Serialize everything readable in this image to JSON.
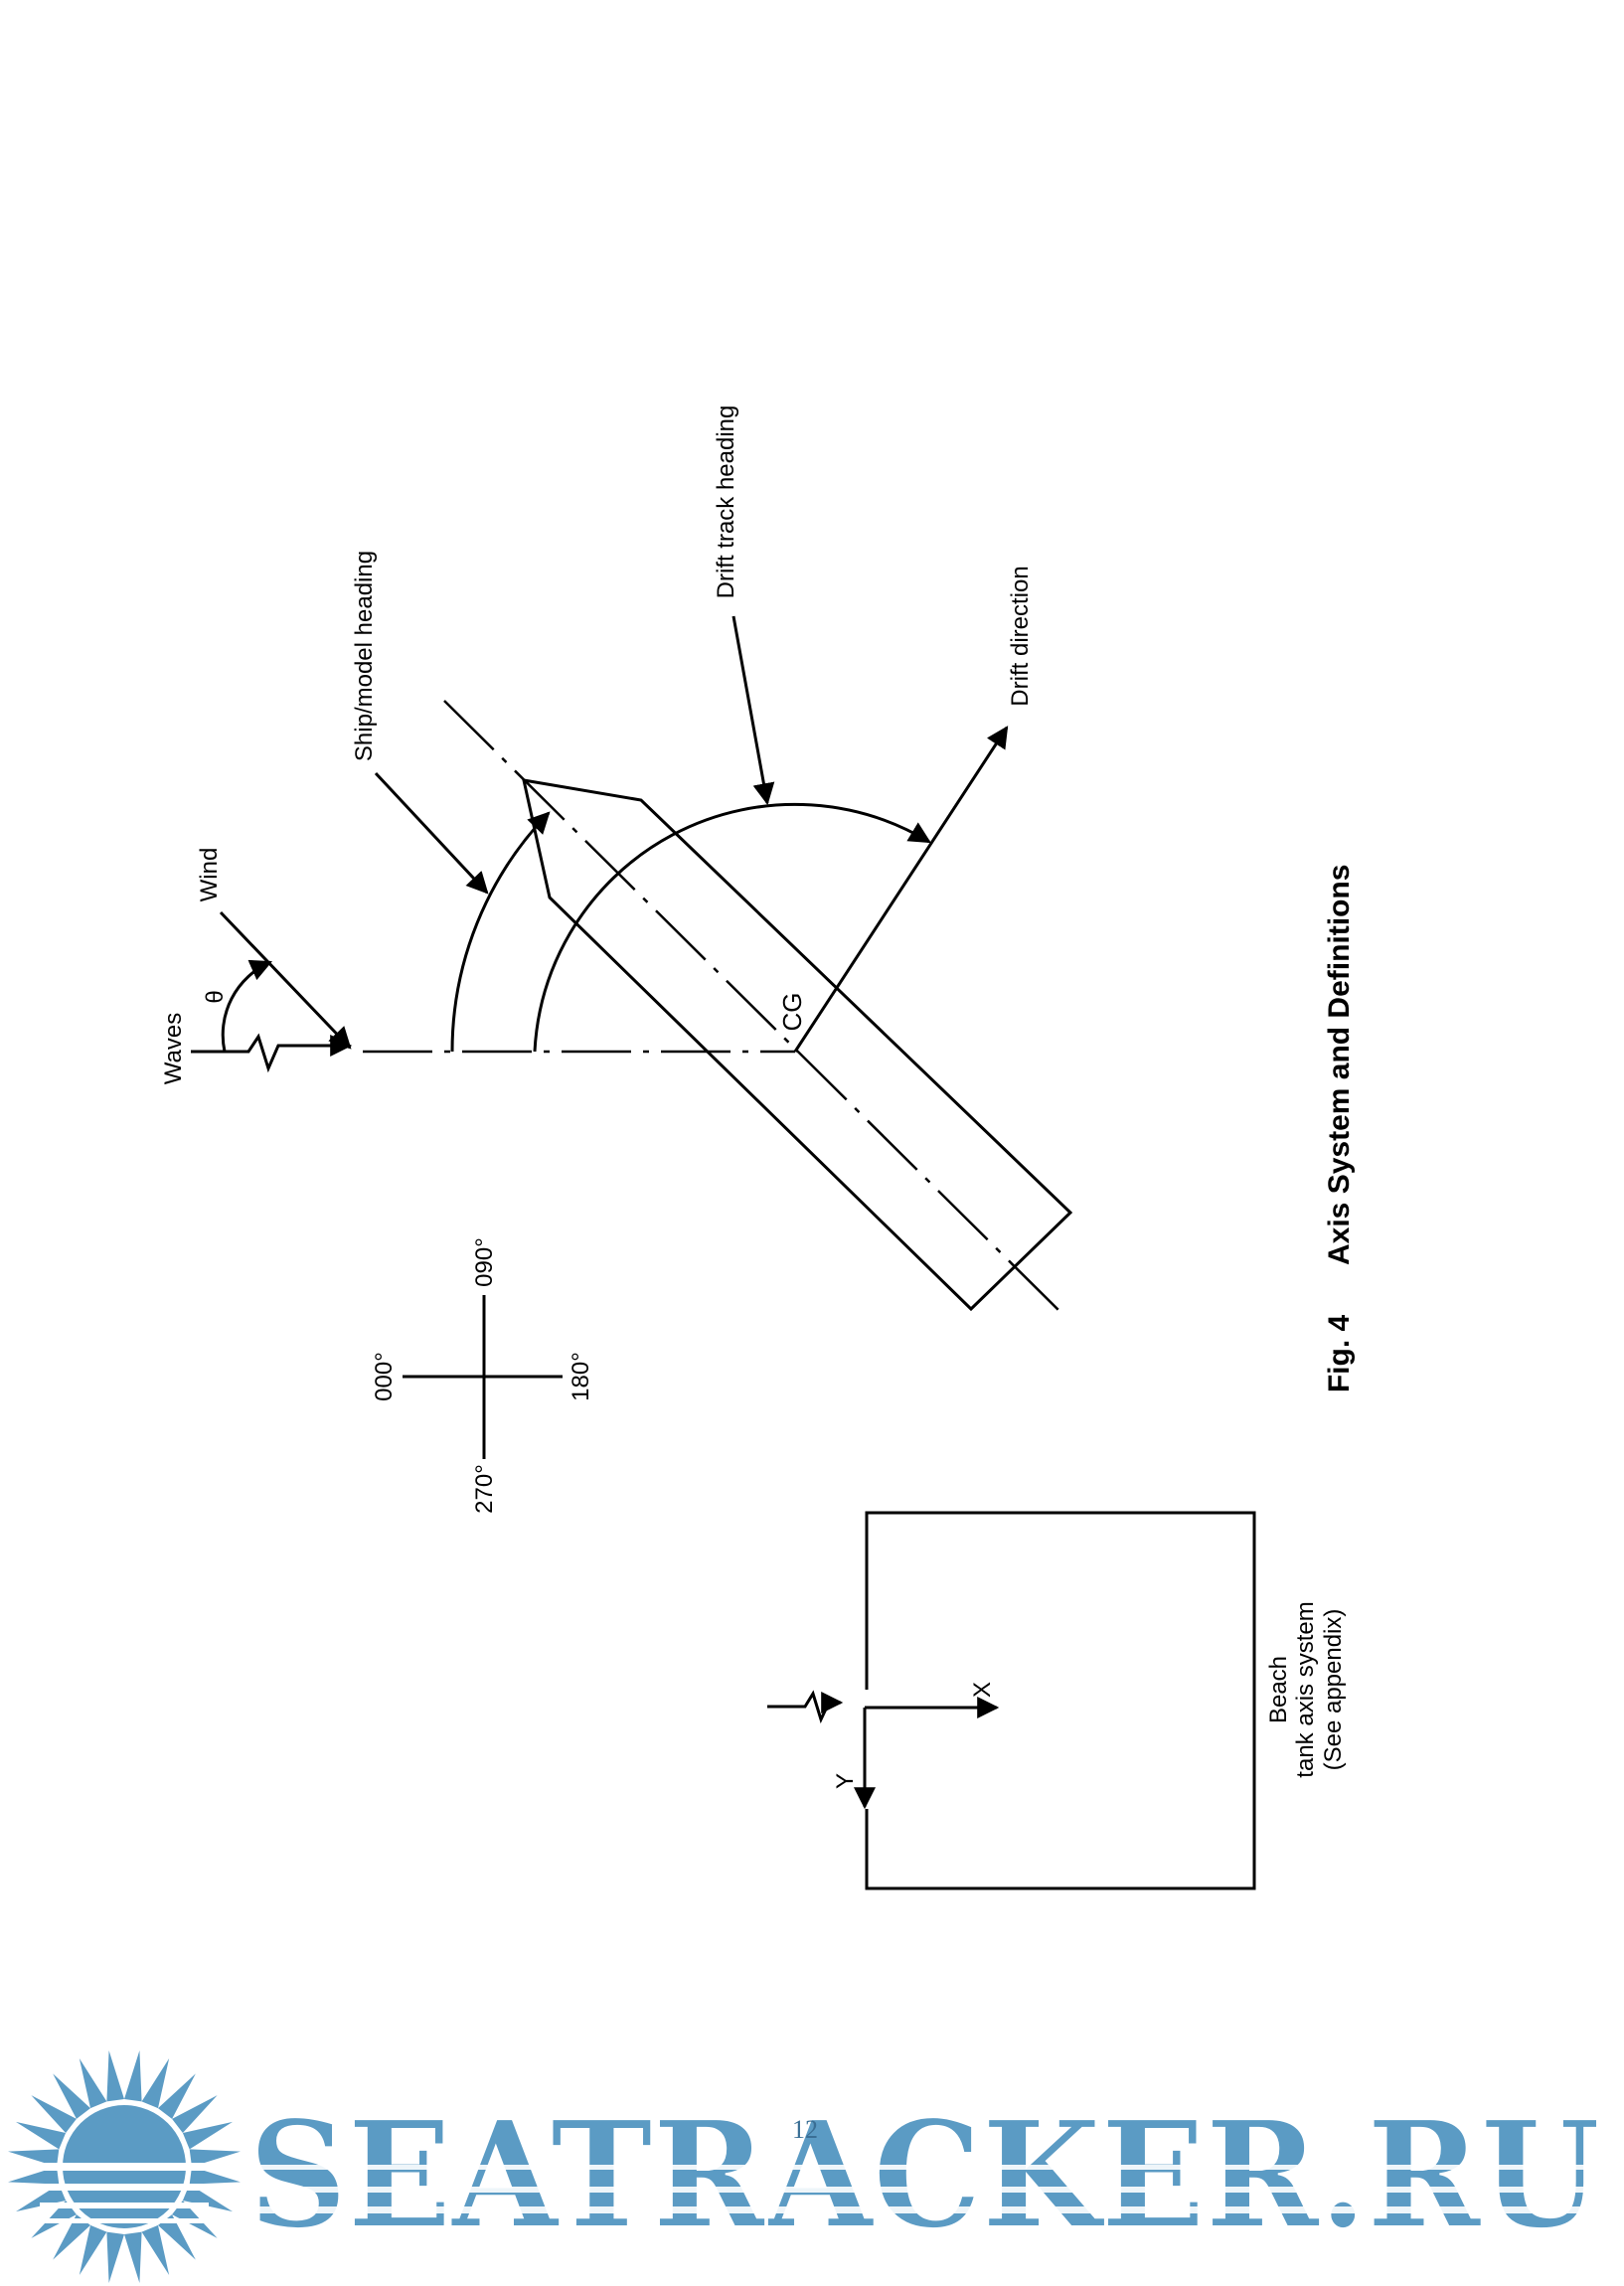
{
  "figure": {
    "caption_number": "Fig. 4",
    "caption_title": "Axis System and Definitions",
    "labels": {
      "waves": "Waves",
      "wind": "Wind",
      "theta": "θ",
      "ship_heading": "Ship/model heading",
      "drift_track_heading": "Drift track heading",
      "drift_direction": "Drift direction",
      "cg": "CG"
    },
    "compass": {
      "north": "000°",
      "east": "090°",
      "south": "180°",
      "west": "270°"
    },
    "tank": {
      "x_label": "X",
      "y_label": "Y",
      "caption_line1": "Beach",
      "caption_line2": "tank axis system",
      "caption_line3": "(See appendix)"
    }
  },
  "page_number": "12",
  "watermark": {
    "text": "SEATRACKER.RU",
    "color": "#5b9bc4",
    "icon": "sun-icon"
  }
}
